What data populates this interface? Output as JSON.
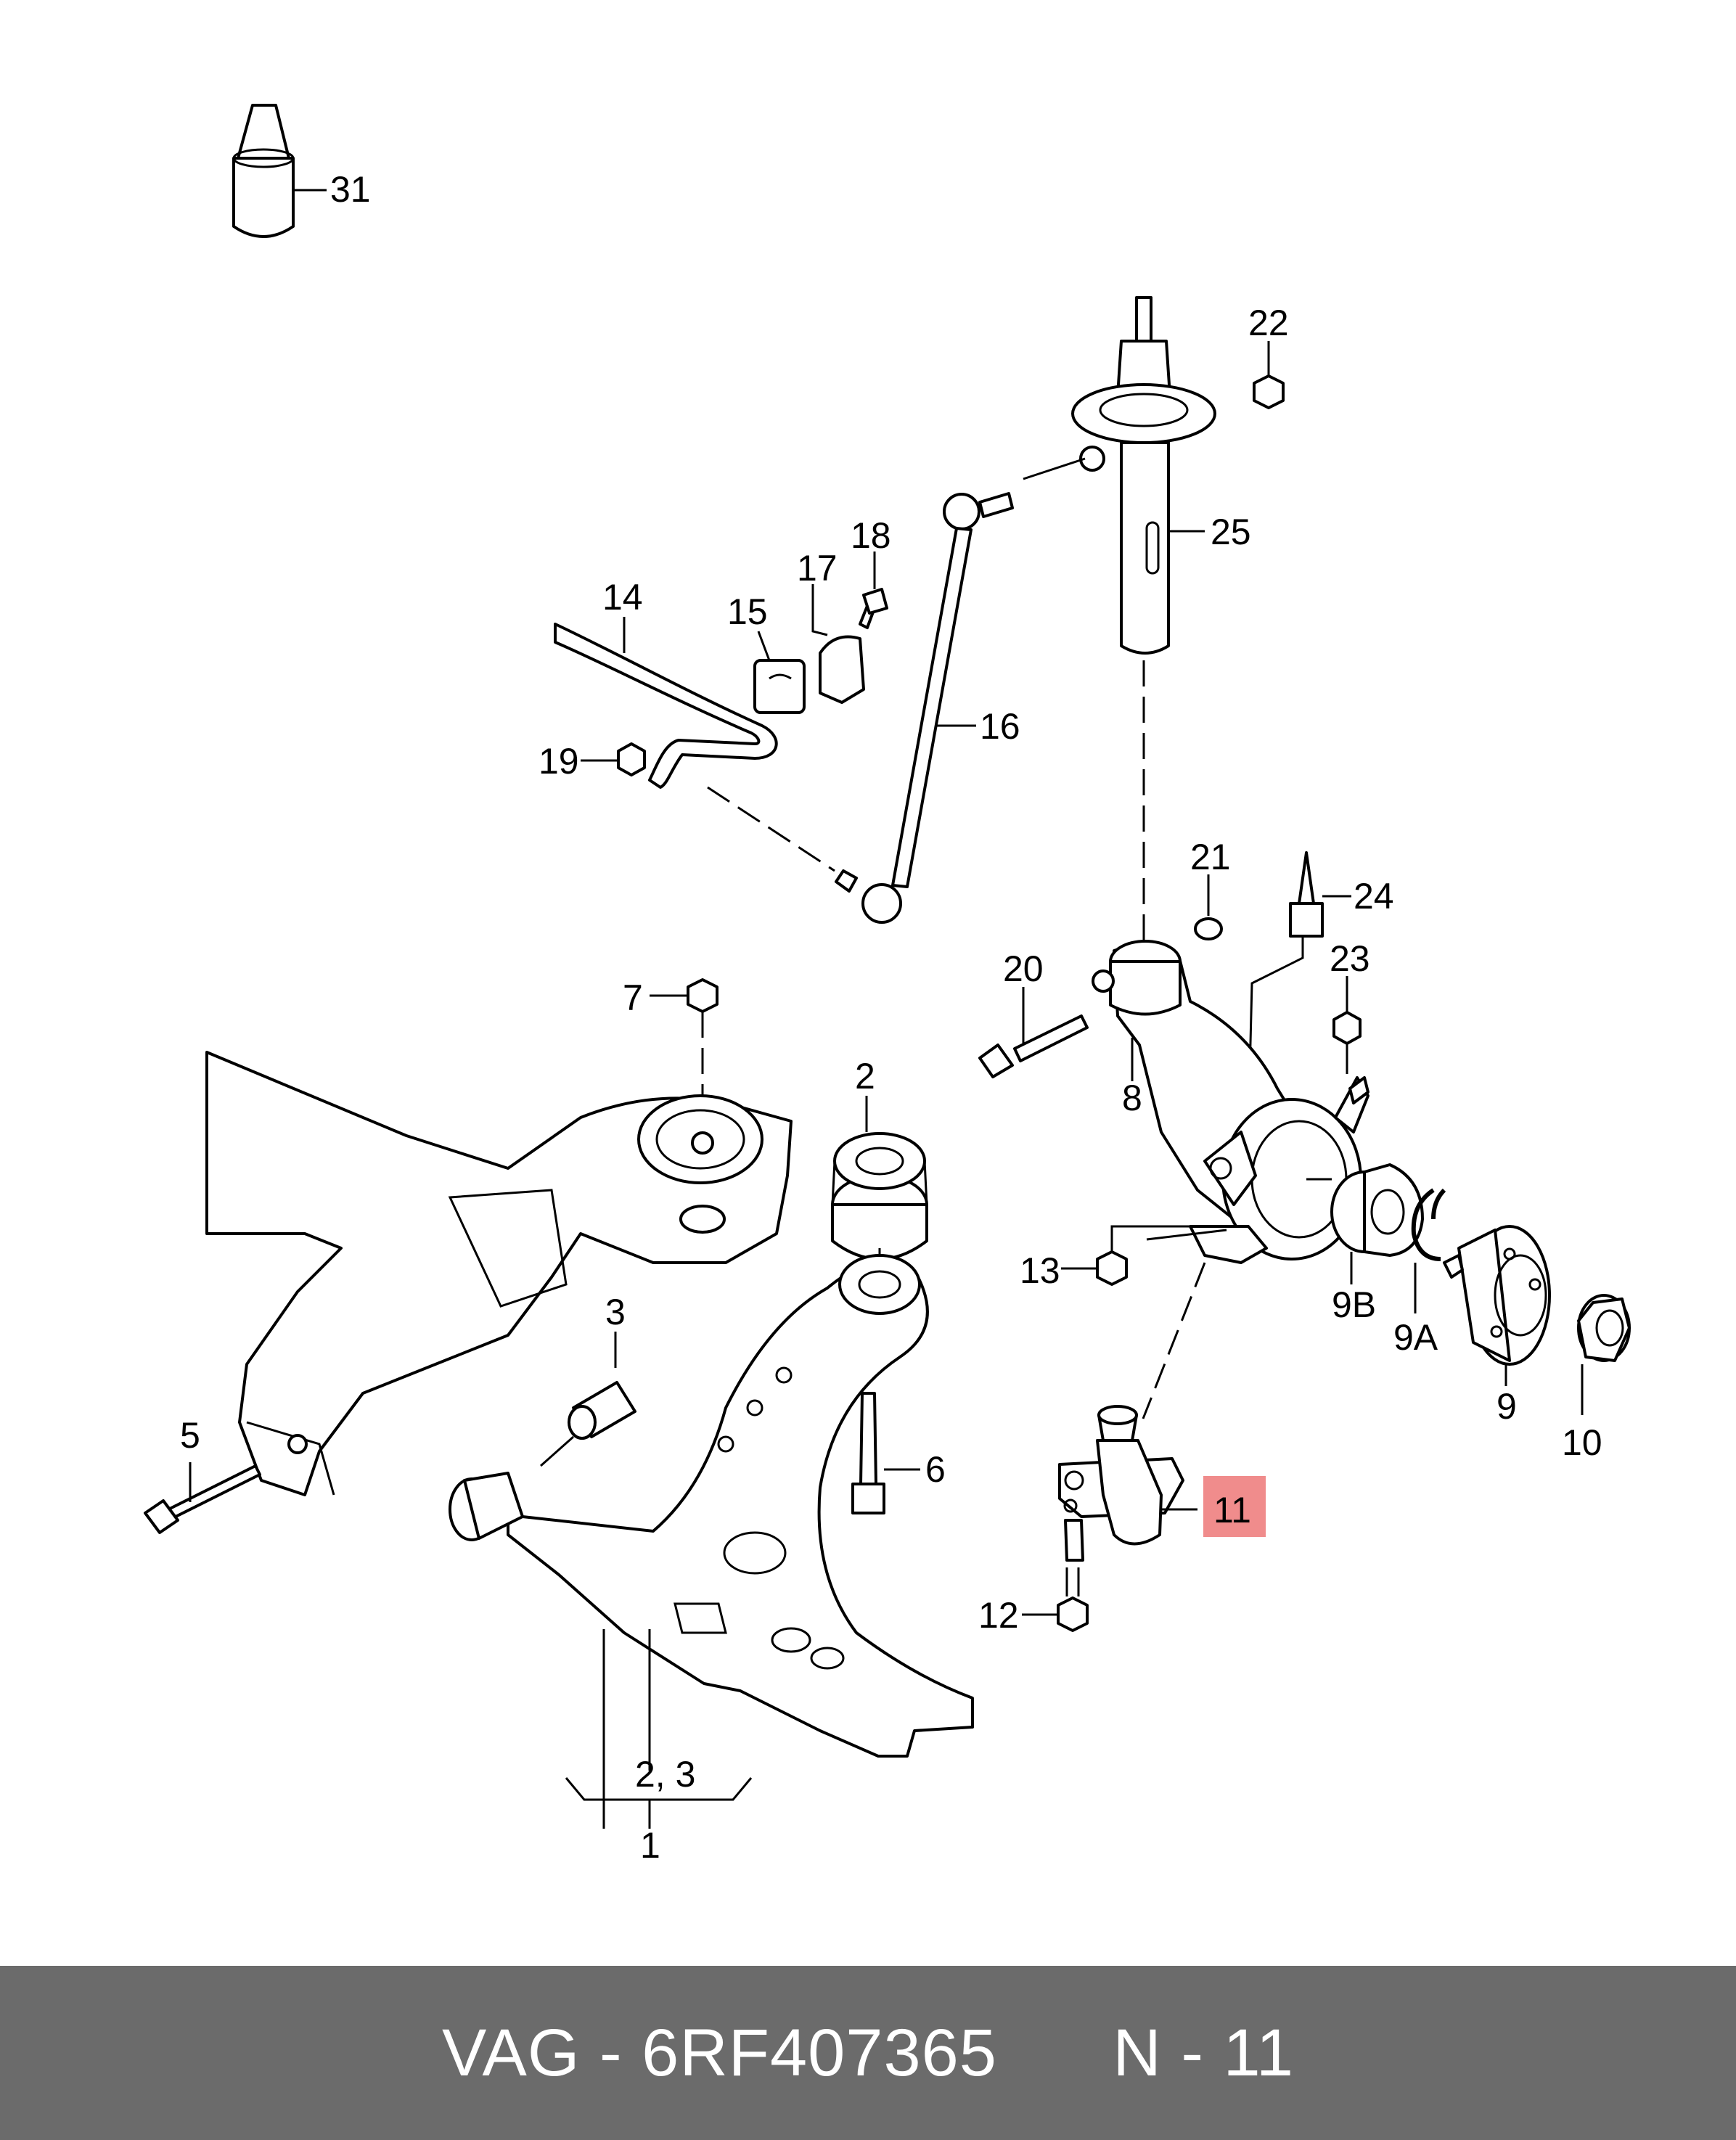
{
  "labels": {
    "p1": "1",
    "p2": "2",
    "p2_3": "2, 3",
    "p3": "3",
    "p5": "5",
    "p6": "6",
    "p7": "7",
    "p8": "8",
    "p9": "9",
    "p9a": "9A",
    "p9b": "9B",
    "p10": "10",
    "p11": "11",
    "p12": "12",
    "p13": "13",
    "p14": "14",
    "p15": "15",
    "p16": "16",
    "p17": "17",
    "p18": "18",
    "p19": "19",
    "p20": "20",
    "p21": "21",
    "p22": "22",
    "p23": "23",
    "p24": "24",
    "p25": "25",
    "p31": "31"
  },
  "highlight": {
    "part": "11",
    "color": "#f08c8c"
  },
  "footer": {
    "brand": "VAG",
    "separator": "-",
    "part_number": "6RF407365",
    "diagram_ref": "N - 11",
    "background": "#6b6b6b",
    "text_color": "#ffffff"
  }
}
